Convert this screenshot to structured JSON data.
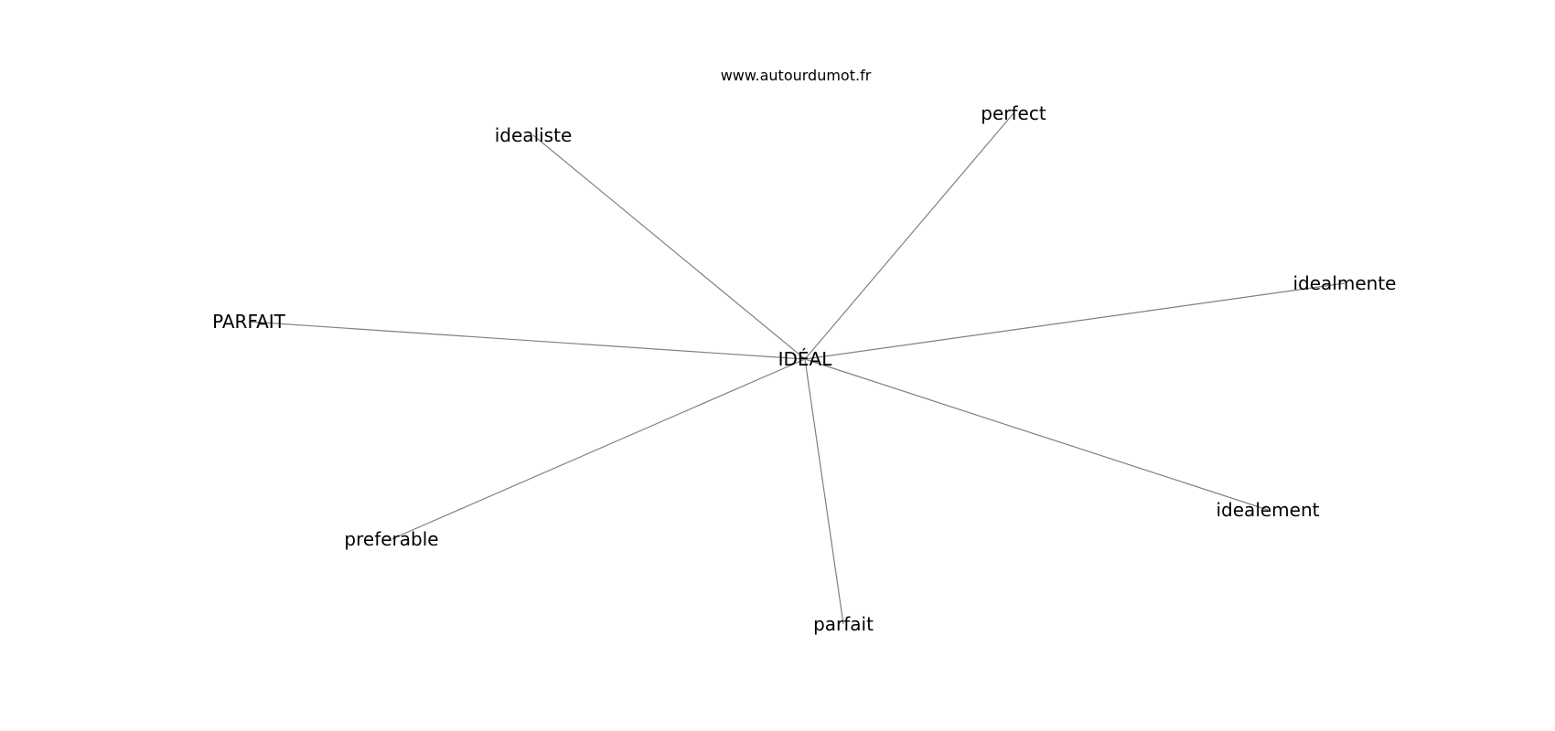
{
  "site": "www.autourdumot.fr",
  "center": {
    "label": "IDÉAL"
  },
  "nodes": [
    {
      "id": "idealiste",
      "label": "idealiste"
    },
    {
      "id": "perfect",
      "label": "perfect"
    },
    {
      "id": "idealmente",
      "label": "idealmente"
    },
    {
      "id": "PARFAIT",
      "label": "PARFAIT"
    },
    {
      "id": "preferable",
      "label": "preferable"
    },
    {
      "id": "parfait",
      "label": "parfait"
    },
    {
      "id": "idealement",
      "label": "idealement"
    }
  ],
  "colors": {
    "edge": "#808080",
    "text": "#000000",
    "background": "#ffffff"
  }
}
